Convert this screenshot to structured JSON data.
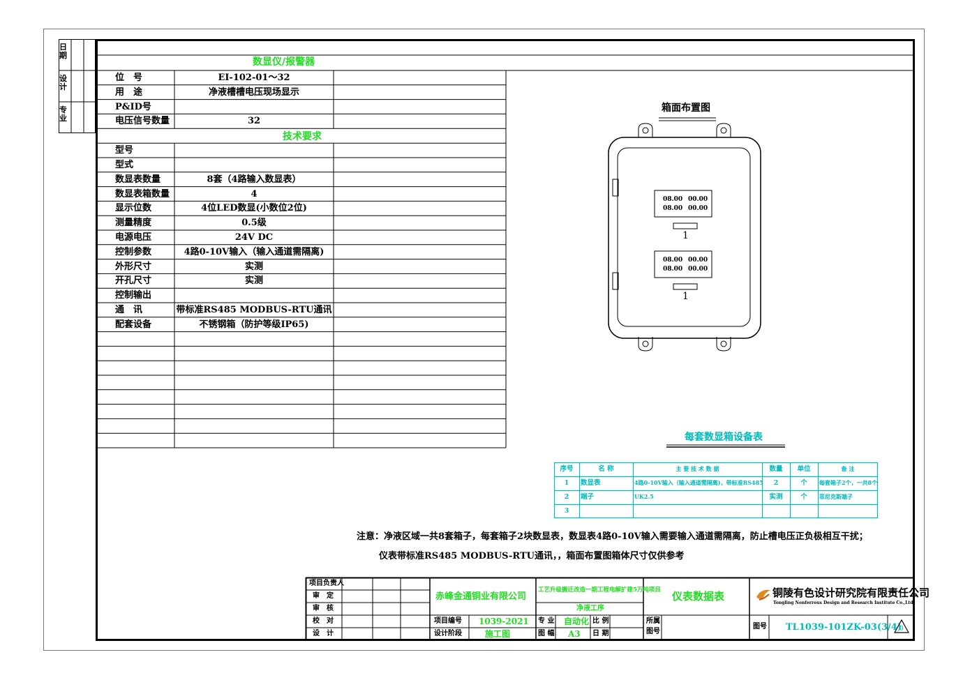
{
  "side_block": {
    "row1": "日期",
    "row2": "设计",
    "row3": "专业"
  },
  "spec": {
    "section1_title": "数显仪/报警器",
    "section2_title": "技术要求",
    "rows_top": [
      {
        "label": "位　号",
        "value": "EI-102-01～32"
      },
      {
        "label": "用　途",
        "value": "净液槽槽电压现场显示"
      },
      {
        "label": "P&ID号",
        "value": ""
      },
      {
        "label": "电压信号数量",
        "value": "32"
      }
    ],
    "rows_bottom": [
      {
        "label": "型号",
        "value": ""
      },
      {
        "label": "型式",
        "value": ""
      },
      {
        "label": "数显表数量",
        "value": "8套（4路输入数显表）"
      },
      {
        "label": "数显表箱数量",
        "value": "4"
      },
      {
        "label": "显示位数",
        "value": "4位LED数显(小数位2位)"
      },
      {
        "label": "测量精度",
        "value": "0.5级"
      },
      {
        "label": "电源电压",
        "value": "24V DC"
      },
      {
        "label": "控制参数",
        "value": "4路0-10V输入（输入通道需隔离)"
      },
      {
        "label": "外形尺寸",
        "value": "实测"
      },
      {
        "label": "开孔尺寸",
        "value": "实测"
      },
      {
        "label": "控制输出",
        "value": ""
      },
      {
        "label": "通　讯",
        "value": "带标准RS485 MODBUS-RTU通讯"
      },
      {
        "label": "配套设备",
        "value": "不锈钢箱（防护等级IP65)"
      }
    ]
  },
  "layout_diagram": {
    "title": "箱面布置图",
    "readings": [
      "08.00",
      "00.00",
      "08.00",
      "00.00"
    ],
    "panel_labels": [
      "1",
      "1"
    ]
  },
  "equipment_table": {
    "title": "每套数显箱设备表",
    "headers": [
      "序号",
      "名 称",
      "主 要 技 术 数 据",
      "数量",
      "单位",
      "备 注"
    ],
    "rows": [
      [
        "1",
        "数显表",
        "4路0-10V输入（输入通道需隔离)，带标准RS485",
        "2",
        "个",
        "每套箱子2个，一共8个"
      ],
      [
        "2",
        "端子",
        "UK2.5",
        "实测",
        "个",
        "菲尼克斯端子"
      ],
      [
        "3",
        "",
        "",
        "",
        "",
        ""
      ]
    ]
  },
  "notes": {
    "line1": "注意：净液区域一共8套箱子，每套箱子2块数显表，数显表4路0-10V输入需要输入通道需隔离，防止槽电压正负极相互干扰；",
    "line2": "仪表带标准RS485 MODBUS-RTU通讯，，箱面布置图箱体尺寸仅供参考"
  },
  "title_block": {
    "roles": [
      "项目负责人",
      "审　定",
      "审　核",
      "校　对",
      "设　计"
    ],
    "client": "赤峰金通铜业有限公司",
    "project_no_label": "项目编号",
    "project_no": "1039-2021",
    "stage_label": "设计阶段",
    "stage": "施工图",
    "project_name": "工艺升级搬迁改造一期工程电解扩建5万吨项目",
    "subproject": "净液工序",
    "discipline_label": "专 业",
    "discipline": "自动化",
    "size_label": "图 幅",
    "size": "A3",
    "scale_label": "比 例",
    "date_label": "日 期",
    "belong_label_1": "所属",
    "belong_label_2": "图号",
    "drawing_title": "仪表数据表",
    "company_cn": "铜陵有色设计研究院有限责任公司",
    "company_en": "Tongling Nonferrous Design and Research Institute Co.,Ltd.",
    "drawing_no_label": "图号",
    "drawing_no": "TL1039-101ZK-03(3/4)",
    "revision": "0"
  },
  "colors": {
    "green": "#22dd22",
    "cyan": "#00bbbb",
    "line": "#000000"
  }
}
